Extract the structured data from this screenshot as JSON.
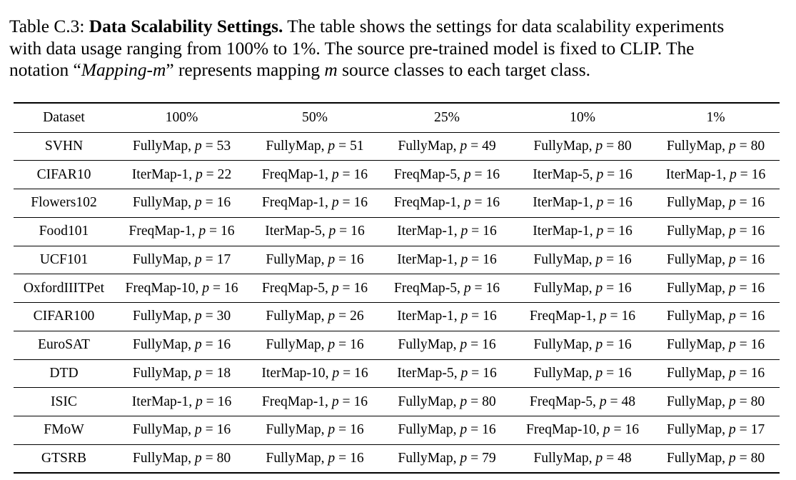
{
  "caption": {
    "label": "Table C.3:",
    "title": "Data Scalability Settings.",
    "line1_rest": "The table shows the settings for data scalability experiments",
    "line2": "with data usage ranging from 100% to 1%.  The source pre-trained model is fixed to CLIP. The",
    "line3_pre": "notation “",
    "line3_italic": "Mapping-m",
    "line3_mid": "” represents mapping ",
    "line3_m": "m",
    "line3_post": " source classes to each target class."
  },
  "table": {
    "headers": [
      "Dataset",
      "100%",
      "50%",
      "25%",
      "10%",
      "1%"
    ],
    "param_symbol": "p",
    "rows": [
      {
        "dataset": "SVHN",
        "cells": [
          [
            "FullyMap",
            "53"
          ],
          [
            "FullyMap",
            "51"
          ],
          [
            "FullyMap",
            "49"
          ],
          [
            "FullyMap",
            "80"
          ],
          [
            "FullyMap",
            "80"
          ]
        ]
      },
      {
        "dataset": "CIFAR10",
        "cells": [
          [
            "IterMap-1",
            "22"
          ],
          [
            "FreqMap-1",
            "16"
          ],
          [
            "FreqMap-5",
            "16"
          ],
          [
            "IterMap-5",
            "16"
          ],
          [
            "IterMap-1",
            "16"
          ]
        ]
      },
      {
        "dataset": "Flowers102",
        "cells": [
          [
            "FullyMap",
            "16"
          ],
          [
            "FreqMap-1",
            "16"
          ],
          [
            "FreqMap-1",
            "16"
          ],
          [
            "IterMap-1",
            "16"
          ],
          [
            "FullyMap",
            "16"
          ]
        ]
      },
      {
        "dataset": "Food101",
        "cells": [
          [
            "FreqMap-1",
            "16"
          ],
          [
            "IterMap-5",
            "16"
          ],
          [
            "IterMap-1",
            "16"
          ],
          [
            "IterMap-1",
            "16"
          ],
          [
            "FullyMap",
            "16"
          ]
        ]
      },
      {
        "dataset": "UCF101",
        "cells": [
          [
            "FullyMap",
            "17"
          ],
          [
            "FullyMap",
            "16"
          ],
          [
            "IterMap-1",
            "16"
          ],
          [
            "FullyMap",
            "16"
          ],
          [
            "FullyMap",
            "16"
          ]
        ]
      },
      {
        "dataset": "OxfordIIITPet",
        "cells": [
          [
            "FreqMap-10",
            "16"
          ],
          [
            "FreqMap-5",
            "16"
          ],
          [
            "FreqMap-5",
            "16"
          ],
          [
            "FullyMap",
            "16"
          ],
          [
            "FullyMap",
            "16"
          ]
        ]
      },
      {
        "dataset": "CIFAR100",
        "cells": [
          [
            "FullyMap",
            "30"
          ],
          [
            "FullyMap",
            "26"
          ],
          [
            "IterMap-1",
            "16"
          ],
          [
            "FreqMap-1",
            "16"
          ],
          [
            "FullyMap",
            "16"
          ]
        ]
      },
      {
        "dataset": "EuroSAT",
        "cells": [
          [
            "FullyMap",
            "16"
          ],
          [
            "FullyMap",
            "16"
          ],
          [
            "FullyMap",
            "16"
          ],
          [
            "FullyMap",
            "16"
          ],
          [
            "FullyMap",
            "16"
          ]
        ]
      },
      {
        "dataset": "DTD",
        "cells": [
          [
            "FullyMap",
            "18"
          ],
          [
            "IterMap-10",
            "16"
          ],
          [
            "IterMap-5",
            "16"
          ],
          [
            "FullyMap",
            "16"
          ],
          [
            "FullyMap",
            "16"
          ]
        ]
      },
      {
        "dataset": "ISIC",
        "cells": [
          [
            "IterMap-1",
            "16"
          ],
          [
            "FreqMap-1",
            "16"
          ],
          [
            "FullyMap",
            "80"
          ],
          [
            "FreqMap-5",
            "48"
          ],
          [
            "FullyMap",
            "80"
          ]
        ]
      },
      {
        "dataset": "FMoW",
        "cells": [
          [
            "FullyMap",
            "16"
          ],
          [
            "FullyMap",
            "16"
          ],
          [
            "FullyMap",
            "16"
          ],
          [
            "FreqMap-10",
            "16"
          ],
          [
            "FullyMap",
            "17"
          ]
        ]
      },
      {
        "dataset": "GTSRB",
        "cells": [
          [
            "FullyMap",
            "80"
          ],
          [
            "FullyMap",
            "16"
          ],
          [
            "FullyMap",
            "79"
          ],
          [
            "FullyMap",
            "48"
          ],
          [
            "FullyMap",
            "80"
          ]
        ]
      }
    ]
  }
}
